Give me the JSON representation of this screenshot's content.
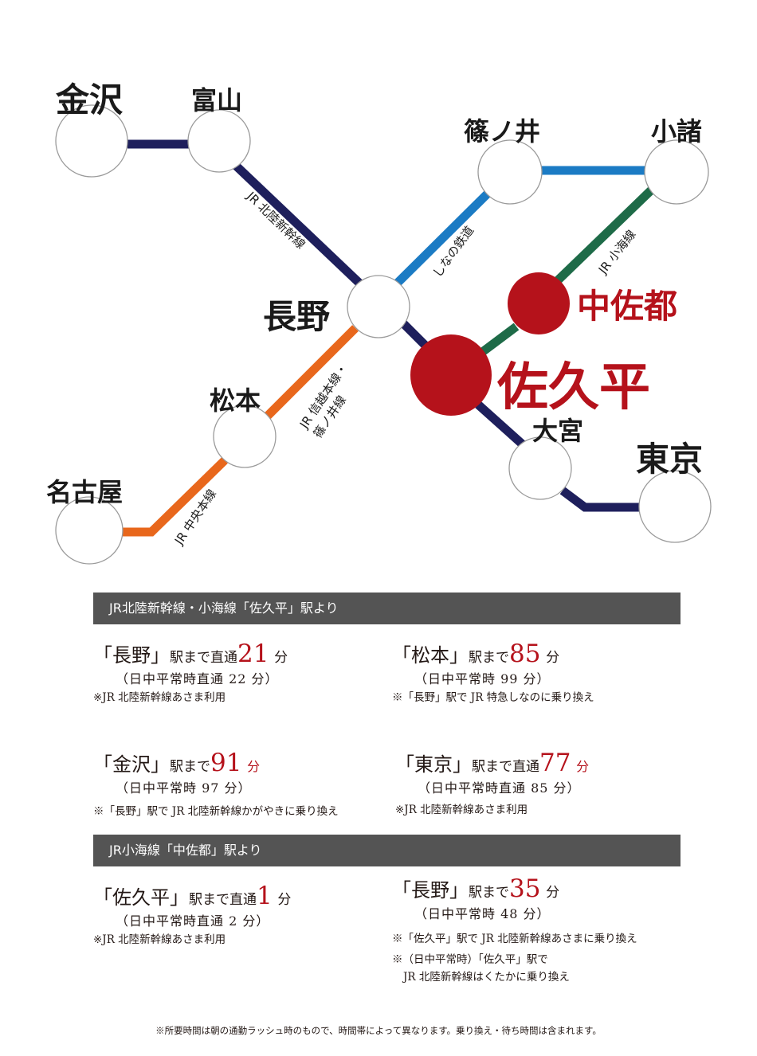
{
  "map": {
    "stations": {
      "kanazawa": "金沢",
      "toyama": "富山",
      "shinonoi": "篠ノ井",
      "komoro": "小諸",
      "nagano": "長野",
      "nakasato": "中佐都",
      "sakudaira": "佐久平",
      "matsumoto": "松本",
      "omiya": "大宮",
      "tokyo": "東京",
      "nagoya": "名古屋"
    },
    "lines": {
      "hokuriku": "JR 北陸新幹線",
      "shinano": "しなの鉄道",
      "koumi": "JR 小海線",
      "shinetsu_1": "JR 信越本線・",
      "shinetsu_2": "篠ノ井線",
      "chuo": "JR 中央本線"
    },
    "colors": {
      "hokuriku": "#1e1f5c",
      "shinano": "#1b7bc4",
      "koumi": "#1e6b48",
      "shinetsu": "#e8671c",
      "highlight": "#b5121b"
    }
  },
  "section1": {
    "header": "JR北陸新幹線・小海線「佐久平」駅より",
    "entries": {
      "nagano": {
        "dest": "「長野」",
        "mid": "駅まで直通",
        "num": "21",
        "unit": "分",
        "sub": "（日中平常時直通 22 分）",
        "note": "※JR 北陸新幹線あさま利用"
      },
      "matsumoto": {
        "dest": "「松本」",
        "mid": "駅まで",
        "num": "85",
        "unit": "分",
        "sub": "（日中平常時 99 分）",
        "note": "※「長野」駅で JR 特急しなのに乗り換え"
      },
      "kanazawa": {
        "dest": "「金沢」",
        "mid": "駅まで",
        "num": "91",
        "unit": "分",
        "sub": "（日中平常時 97 分）",
        "note": "※「長野」駅で JR 北陸新幹線かがやきに乗り換え"
      },
      "tokyo": {
        "dest": "「東京」",
        "mid": "駅まで直通",
        "num": "77",
        "unit": "分",
        "sub": "（日中平常時直通 85 分）",
        "note": "※JR 北陸新幹線あさま利用"
      }
    }
  },
  "section2": {
    "header": "JR小海線「中佐都」駅より",
    "entries": {
      "sakudaira": {
        "dest": "「佐久平」",
        "mid": "駅まで直通",
        "num": "1",
        "unit": "分",
        "sub": "（日中平常時直通 2 分）",
        "note": "※JR 北陸新幹線あさま利用"
      },
      "nagano": {
        "dest": "「長野」",
        "mid": "駅まで",
        "num": "35",
        "unit": "分",
        "sub": "（日中平常時 48 分）",
        "note": "※「佐久平」駅で JR 北陸新幹線あさまに乗り換え",
        "note2": "※（日中平常時）「佐久平」駅で",
        "note3": "JR 北陸新幹線はくたかに乗り換え"
      }
    }
  },
  "footer": "※所要時間は朝の通勤ラッシュ時のもので、時間帯によって異なります。乗り換え・待ち時間は含まれます。"
}
